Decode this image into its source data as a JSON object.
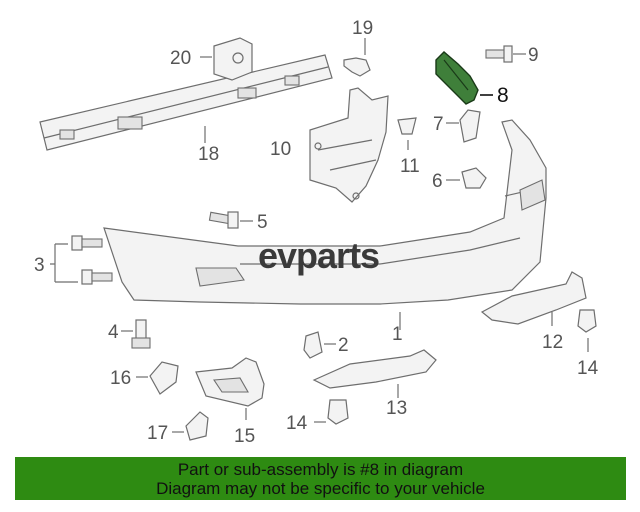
{
  "watermark": "evparts",
  "highlight_color": "#3f7f3a",
  "banner_color": "#2e8b12",
  "callouts": {
    "c1": "1",
    "c2": "2",
    "c3": "3",
    "c4": "4",
    "c5": "5",
    "c6": "6",
    "c7": "7",
    "c8": "8",
    "c9": "9",
    "c10": "10",
    "c11": "11",
    "c12": "12",
    "c13": "13",
    "c14a": "14",
    "c14b": "14",
    "c15": "15",
    "c16": "16",
    "c17": "17",
    "c18": "18",
    "c19": "19",
    "c20": "20"
  },
  "banner": {
    "line1": "Part or sub-assembly is #8 in diagram",
    "line2": "Diagram may not be specific to your vehicle"
  }
}
